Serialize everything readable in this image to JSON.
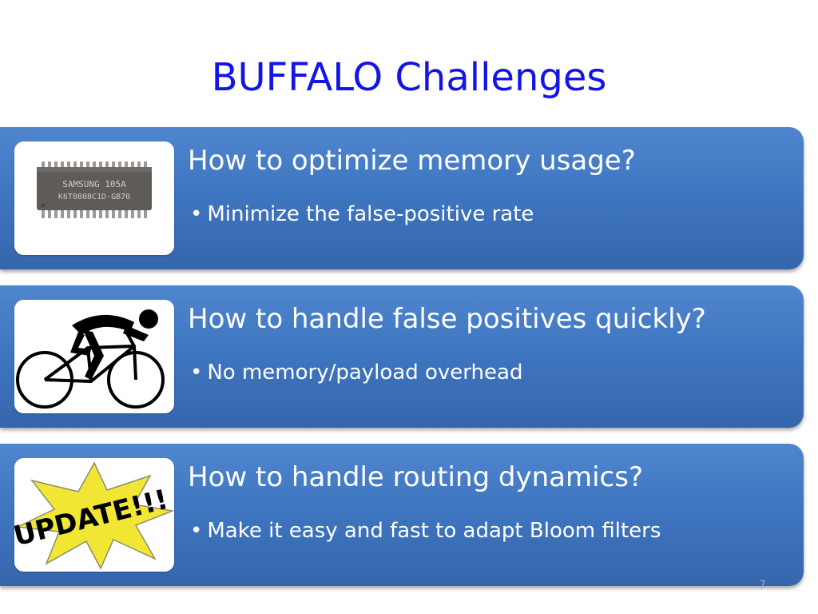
{
  "slide": {
    "title": "BUFFALO Challenges",
    "page_number": "7"
  },
  "challenges": [
    {
      "heading": "How to optimize memory usage?",
      "bullet": "Minimize the false-positive rate",
      "image": "memory-chip-icon",
      "chip_text_line1": "SAMSUNG 105A",
      "chip_text_line2": "K6T0808C1D-GB70"
    },
    {
      "heading": "How to handle false positives quickly?",
      "bullet": "No memory/payload overhead",
      "image": "cyclist-icon"
    },
    {
      "heading": "How to handle routing dynamics?",
      "bullet": "Make it easy and fast to adapt Bloom filters",
      "image": "update-starburst-icon",
      "update_text": "UPDATE!!!"
    }
  ],
  "colors": {
    "title": "#1414e6",
    "panel": "#3f76c1",
    "text": "#ffffff"
  }
}
